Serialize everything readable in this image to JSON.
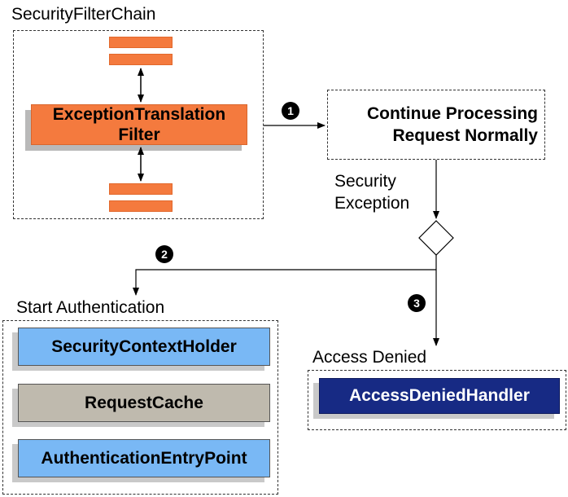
{
  "chain": {
    "title": "SecurityFilterChain",
    "filter_label": "ExceptionTranslation\nFilter"
  },
  "continue_box": {
    "label": "Continue Processing\nRequest Normally"
  },
  "security_exception": {
    "label": "Security\nException"
  },
  "steps": {
    "one": "1",
    "two": "2",
    "three": "3"
  },
  "start_auth": {
    "title": "Start Authentication",
    "items": [
      {
        "label": "SecurityContextHolder",
        "color": "#79b8f5"
      },
      {
        "label": "RequestCache",
        "color": "#bfbaae"
      },
      {
        "label": "AuthenticationEntryPoint",
        "color": "#79b8f5"
      }
    ]
  },
  "access_denied": {
    "title": "Access Denied",
    "handler_label": "AccessDeniedHandler",
    "handler_color": "#172a84"
  }
}
